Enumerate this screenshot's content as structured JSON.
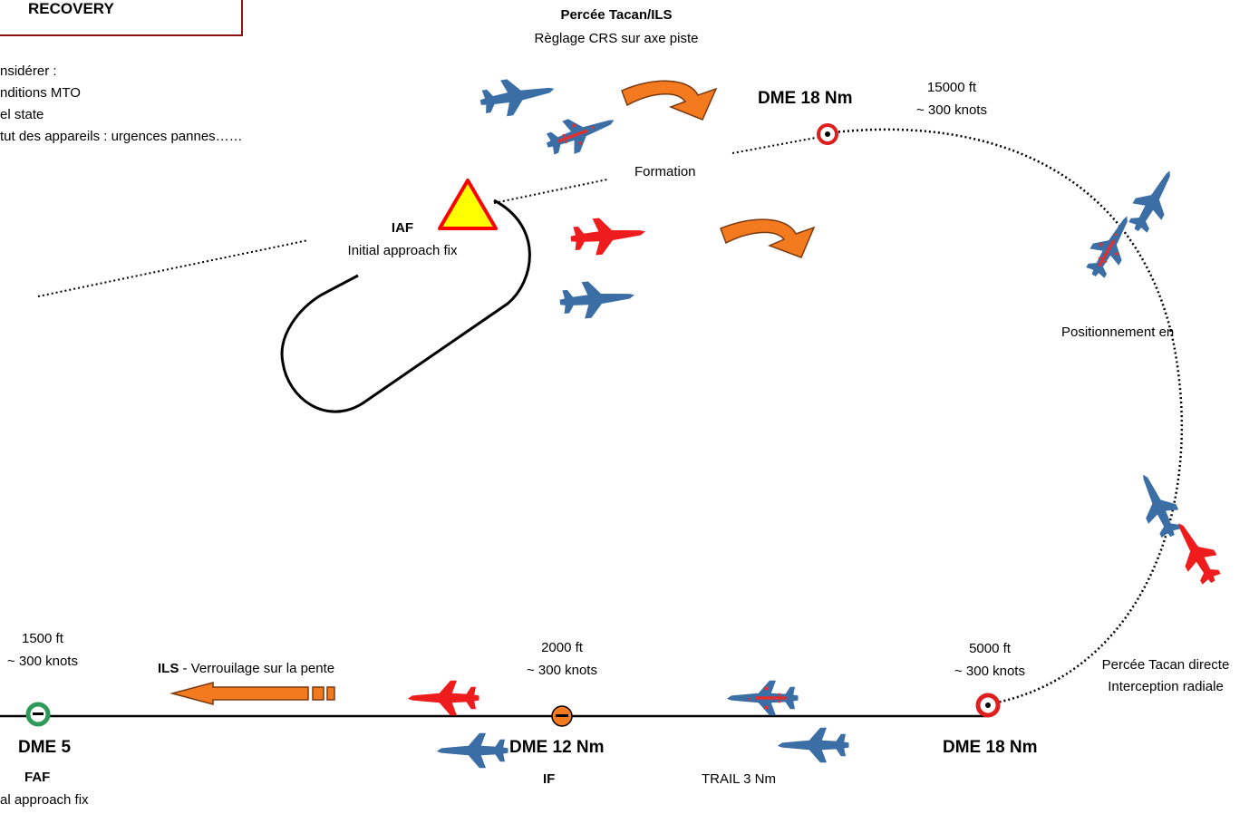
{
  "title_box": "RECOVERY",
  "considerations": {
    "intro": "nsidérer :",
    "items": [
      "nditions MTO",
      "el state",
      "tut des appareils : urgences pannes……"
    ]
  },
  "top": {
    "percee_title": "Percée Tacan/ILS",
    "percee_sub": "Règlage CRS sur axe piste",
    "dme18_top": "DME 18 Nm",
    "alt_top": "15000 ft",
    "speed_top": "~ 300 knots",
    "formation": "Formation",
    "iaf_title": "IAF",
    "iaf_sub": "Initial approach fix"
  },
  "right": {
    "positionnement": "Positionnement en",
    "percee_directe": "Percée Tacan directe",
    "interception": "Interception radiale"
  },
  "bottom": {
    "alt_faf": "1500 ft",
    "speed_faf": "~ 300 knots",
    "ils_bold": "ILS",
    "ils_rest": " - Verrouilage sur la pente",
    "alt_if": "2000 ft",
    "speed_if": "~ 300 knots",
    "alt_dme18": "5000 ft",
    "speed_dme18": "~ 300 knots",
    "dme5": "DME 5",
    "faf": "FAF",
    "faf_sub": "al approach fix",
    "dme12": "DME 12 Nm",
    "if_label": "IF",
    "trail": "TRAIL 3 Nm",
    "dme18_bottom": "DME 18 Nm"
  },
  "colors": {
    "blue_jet": "#3a6ea5",
    "red_jet": "#ee1c1c",
    "orange_arrow": "#f47a20",
    "marker_red": "#dd1f1f",
    "marker_orange": "#f47a20",
    "marker_green": "#2e9a5a",
    "warning_fill": "#ffff00",
    "warning_stroke": "#ff0000"
  }
}
